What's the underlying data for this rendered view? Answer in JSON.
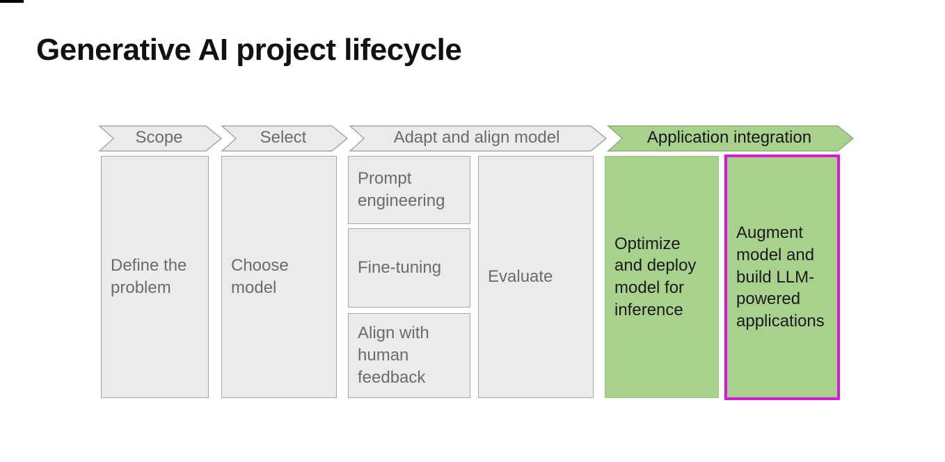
{
  "title": "Generative AI project lifecycle",
  "stages": {
    "scope": {
      "label": "Scope"
    },
    "select": {
      "label": "Select"
    },
    "adapt": {
      "label": "Adapt and align model"
    },
    "application": {
      "label": "Application integration"
    }
  },
  "boxes": {
    "define_problem": {
      "text": "Define the problem"
    },
    "choose_model": {
      "text": "Choose model"
    },
    "prompt_engineering": {
      "text": "Prompt engineering"
    },
    "fine_tuning": {
      "text": "Fine-tuning"
    },
    "align_human_feedback": {
      "text": "Align with human feedback"
    },
    "evaluate": {
      "text": "Evaluate"
    },
    "optimize_deploy": {
      "text": "Optimize and deploy model for inference"
    },
    "augment_build": {
      "text": "Augment model and build LLM-powered applications"
    }
  },
  "colors": {
    "stage_fill_gray": "#ebebeb",
    "stage_border_gray": "#a6a6a6",
    "stage_fill_green": "#a9d18e",
    "stage_border_green": "#8fae77",
    "highlight_border": "#da18da",
    "text_gray": "#6d6a6a",
    "text_dark": "#1a1a1a",
    "title_text": "#111111"
  }
}
